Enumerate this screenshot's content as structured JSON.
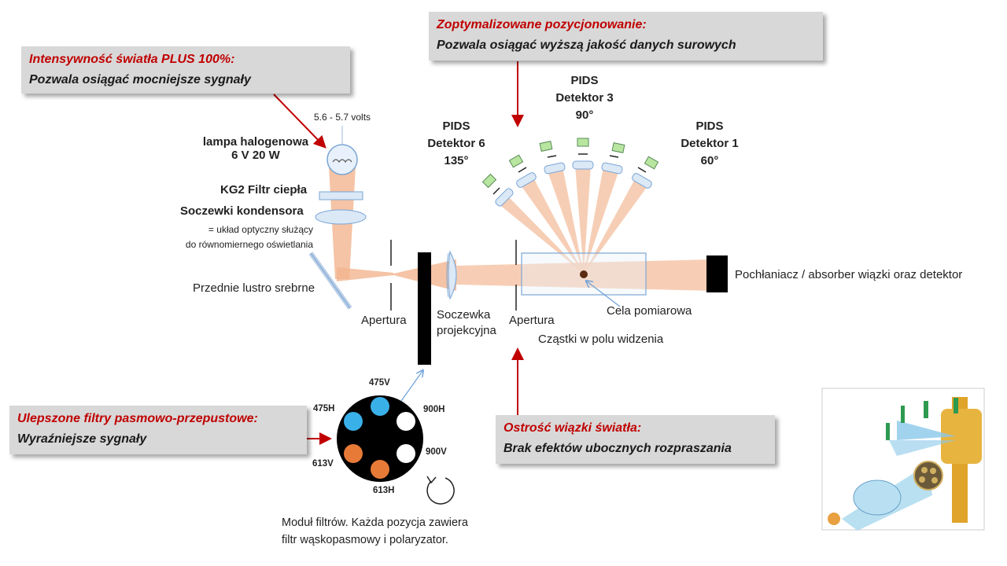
{
  "callouts": {
    "intensity": {
      "title": "Intensywność światła PLUS 100%:",
      "body": "Pozwala osiągać mocniejsze sygnały"
    },
    "positioning": {
      "title": "Zoptymalizowane pozycjonowanie:",
      "body": "Pozwala osiągać wyższą jakość danych surowych"
    },
    "filters": {
      "title": "Ulepszone filtry pasmowo-przepustowe:",
      "body": "Wyraźniejsze sygnały"
    },
    "sharpness": {
      "title": "Ostrość wiązki światła:",
      "body": "Brak efektów ubocznych rozpraszania"
    }
  },
  "labels": {
    "voltage": "5.6 - 5.7 volts",
    "lamp_line1": "lampa halogenowa",
    "lamp_line2": "6 V 20 W",
    "kg2": "KG2 Filtr ciepła",
    "condenser": "Soczewki kondensora",
    "optics_line1": "= układ optyczny służący",
    "optics_line2": "do równomiernego oświetlania",
    "mirror": "Przednie lustro srebrne",
    "aperture1": "Apertura",
    "projection_line1": "Soczewka",
    "projection_line2": "projekcyjna",
    "aperture2": "Apertura",
    "cell": "Cela pomiarowa",
    "particles": "Cząstki w polu widzenia",
    "absorber": "Pochłaniacz / absorber wiązki oraz detektor",
    "module_line1": "Moduł filtrów. Każda pozycja zawiera",
    "module_line2": "filtr wąskopasmowy i polaryzator."
  },
  "detectors": [
    {
      "l1": "PIDS",
      "l2": "Detektor 6",
      "l3": "135°"
    },
    {
      "l1": "PIDS",
      "l2": "Detektor 3",
      "l3": "90°"
    },
    {
      "l1": "PIDS",
      "l2": "Detektor 1",
      "l3": "60°"
    }
  ],
  "filter_labels": {
    "f475v": "475V",
    "f900h": "900H",
    "f900v": "900V",
    "f613h": "613H",
    "f613v": "613V",
    "f475h": "475H"
  },
  "colors": {
    "accent_red": "#c00000",
    "beam": "#f2b48e",
    "filter_blue": "#3ab0e8",
    "filter_orange": "#e87a38",
    "filter_white": "#ffffff",
    "detector_green": "#b8e6a0"
  }
}
